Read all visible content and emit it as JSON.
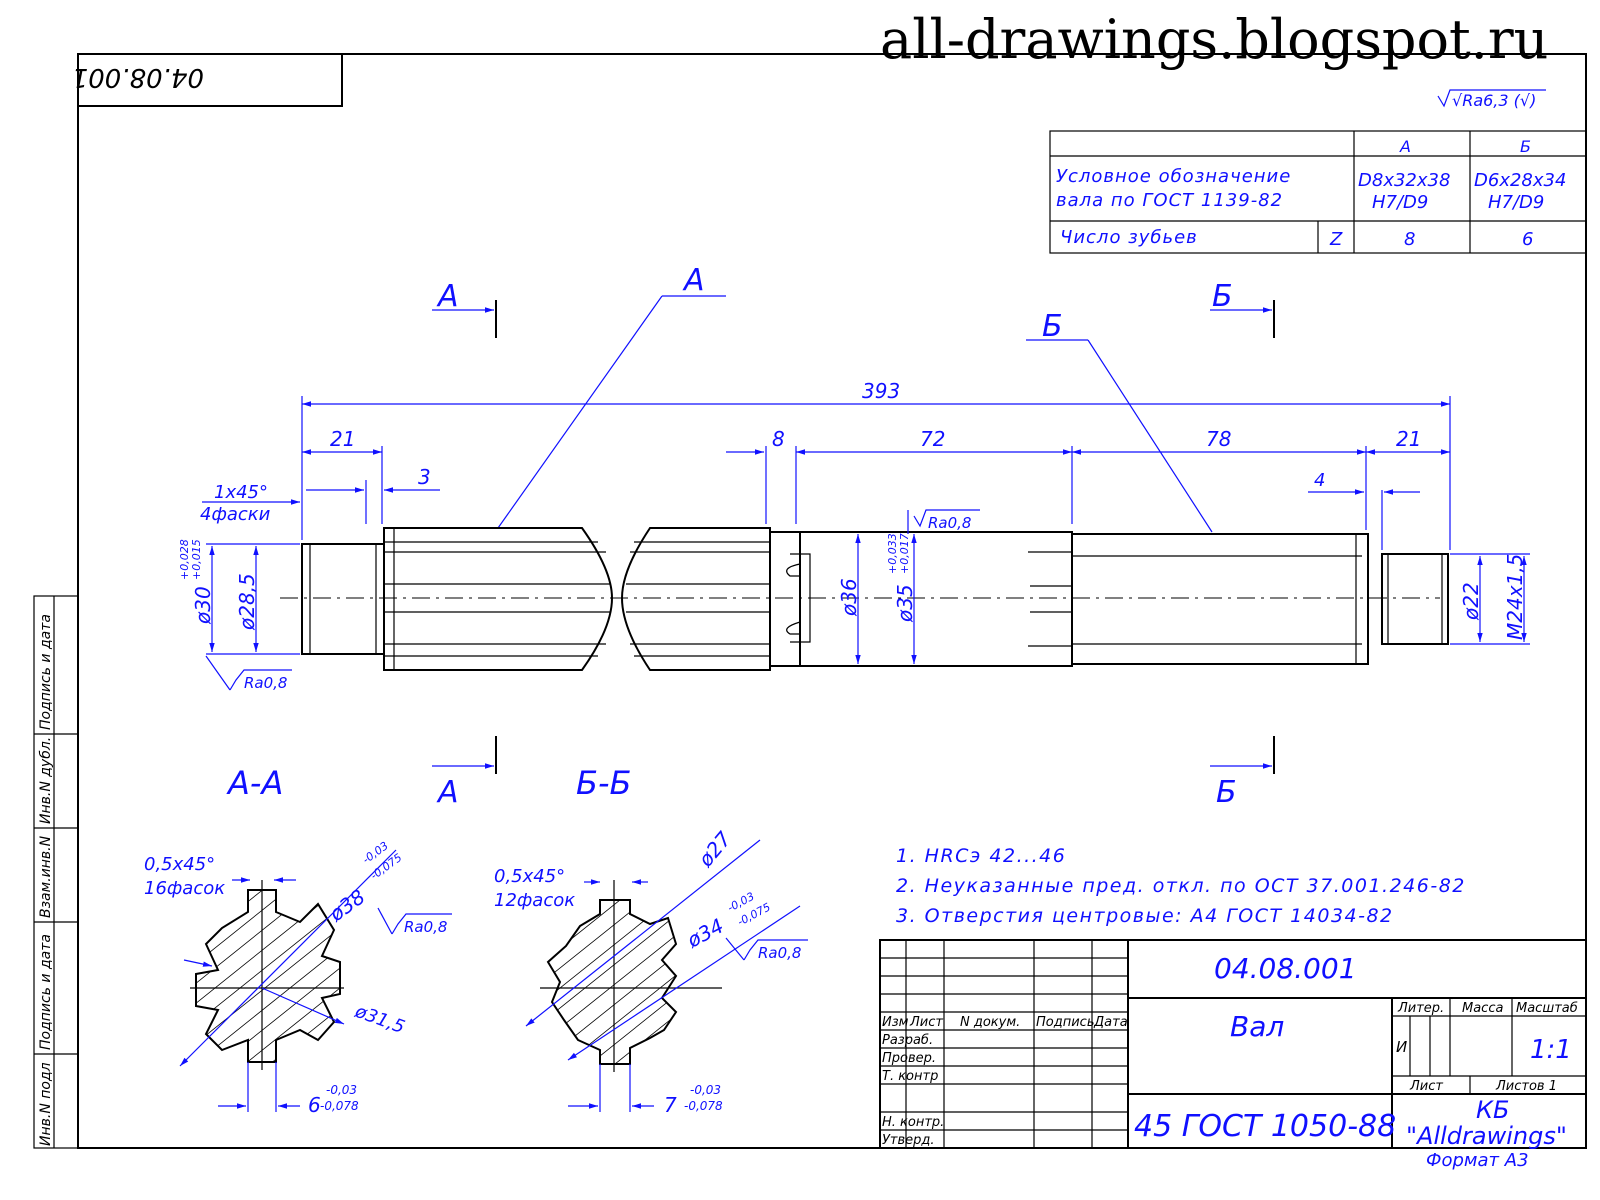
{
  "watermark": "all-drawings.blogspot.ru",
  "stamp_mirror": "04.08.001",
  "roughness_general": "√Ra6,3 (√)",
  "spline_table": {
    "col_a": "А",
    "col_b": "Б",
    "row1_label_1": "Условное обозначение",
    "row1_label_2": "вала по ГОСТ 1139-82",
    "row1_a_1": "D8x32x38",
    "row1_a_2": "H7/D9",
    "row1_b_1": "D6x28x34",
    "row1_b_2": "H7/D9",
    "row2_label": "Число зубьев",
    "row2_sym": "Z",
    "row2_a": "8",
    "row2_b": "6"
  },
  "section_marks": {
    "a_top": "А",
    "b_top": "Б",
    "a_bottom": "А",
    "b_bottom": "Б",
    "leader_a": "А",
    "leader_b": "Б",
    "section_aa": "А-А",
    "section_bb": "Б-Б"
  },
  "dimensions": {
    "total": "393",
    "left_end": "21",
    "chamfer_w": "3",
    "chamfer": "1x45°",
    "chamfer_count": "4фаски",
    "d8": "8",
    "d72": "72",
    "d78": "78",
    "right_end": "21",
    "d4": "4",
    "dia30": "ø30",
    "dia30_tol_up": "+0,028",
    "dia30_tol_low": "+0,015",
    "dia28": "ø28,5",
    "dia36": "ø36",
    "dia35": "ø35",
    "dia35_tol_up": "+0,033",
    "dia35_tol_low": "+0,017",
    "dia22": "ø22",
    "thread": "M24x1,5",
    "ra08_a": "Ra0,8",
    "ra08_b": "Ra0,8",
    "ra08_c": "Ra0,8",
    "ra08_d": "Ra0,8"
  },
  "section_a": {
    "chamfer": "0,5x45°",
    "chamfer_count": "16фасок",
    "dia38": "ø38",
    "dia38_up": "-0,03",
    "dia38_low": "-0,075",
    "dia315": "ø31,5",
    "width": "6",
    "width_up": "-0,03",
    "width_low": "-0,078"
  },
  "section_b": {
    "chamfer": "0,5x45°",
    "chamfer_count": "12фасок",
    "dia27": "ø27",
    "dia34": "ø34",
    "dia34_up": "-0,03",
    "dia34_low": "-0,075",
    "width": "7",
    "width_up": "-0,03",
    "width_low": "-0,078"
  },
  "notes": [
    "1. HRCэ 42...46",
    "2. Неуказанные пред. откл. по ОСТ 37.001.246-82",
    "3. Отверстия центровые: А4 ГОСТ 14034-82"
  ],
  "side_strip": [
    "Инв.N подл",
    "Подпись и дата",
    "Взам.инв.N",
    "Инв.N дубл.",
    "Подпись и дата"
  ],
  "title_block": {
    "designation": "04.08.001",
    "name": "Вал",
    "material": "45 ГОСТ 1050-88",
    "company_1": "КБ",
    "company_2": "\"Alldrawings\"",
    "format": "Формат А3",
    "h_izm": "Изм",
    "h_list": "Лист",
    "h_doc": "N докум.",
    "h_sign": "Подпись",
    "h_date": "Дата",
    "r_razrab": "Разраб.",
    "r_prover": "Провер.",
    "r_tkontr": "Т. контр",
    "r_nkontr": "Н. контр.",
    "r_utverd": "Утверд.",
    "liter": "Литер.",
    "massa": "Масса",
    "masshtab": "Масштаб",
    "liter_val": "И",
    "scale": "1:1",
    "sheet": "Лист",
    "sheets": "Листов 1"
  },
  "colors": {
    "line": "#000000",
    "dimension": "#1010ff"
  }
}
